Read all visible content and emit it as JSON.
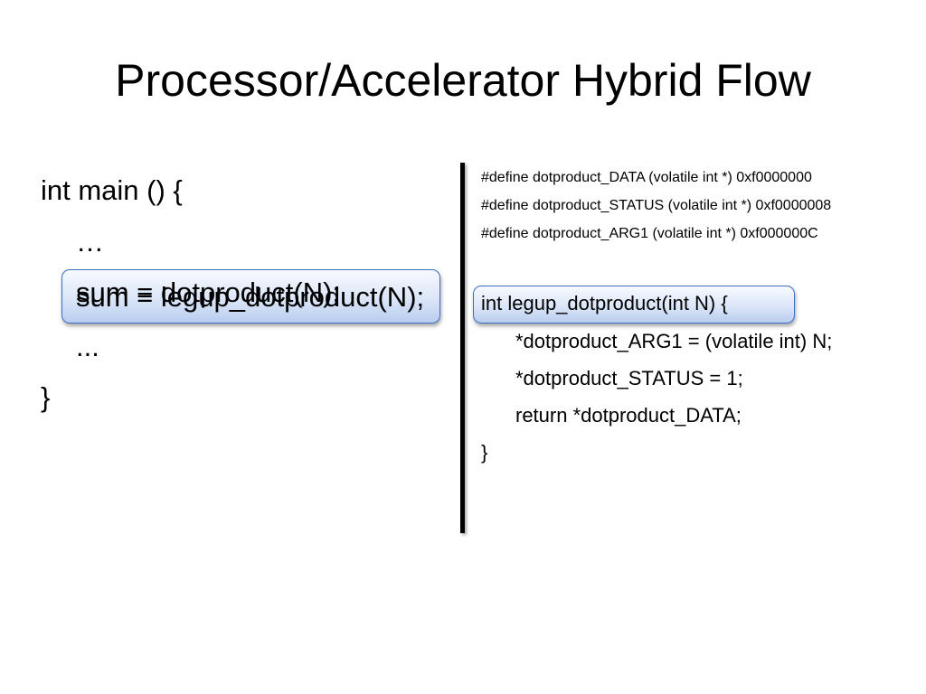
{
  "slide": {
    "title": "Processor/Accelerator Hybrid Flow",
    "left_code": {
      "line1": "int main () {",
      "line2": "…",
      "highlight_original": "sum = dotproduct(N);",
      "highlight_replaced": "sum = legup_dotproduct(N);",
      "line4": "...",
      "line5": "}"
    },
    "right_code": {
      "defines": [
        "#define dotproduct_DATA  (volatile int *) 0xf0000000",
        "#define dotproduct_STATUS (volatile int *) 0xf0000008",
        "#define dotproduct_ARG1 (volatile int *) 0xf000000C"
      ],
      "func_signature": "int legup_dotproduct(int N) {",
      "body": [
        "*dotproduct_ARG1 = (volatile int) N;",
        "*dotproduct_STATUS = 1;",
        "return *dotproduct_DATA;"
      ],
      "closing": "}"
    },
    "colors": {
      "highlight_border": "#3a6fc6",
      "highlight_fill": "#dbe6f8",
      "text": "#000000",
      "background": "#ffffff"
    }
  }
}
